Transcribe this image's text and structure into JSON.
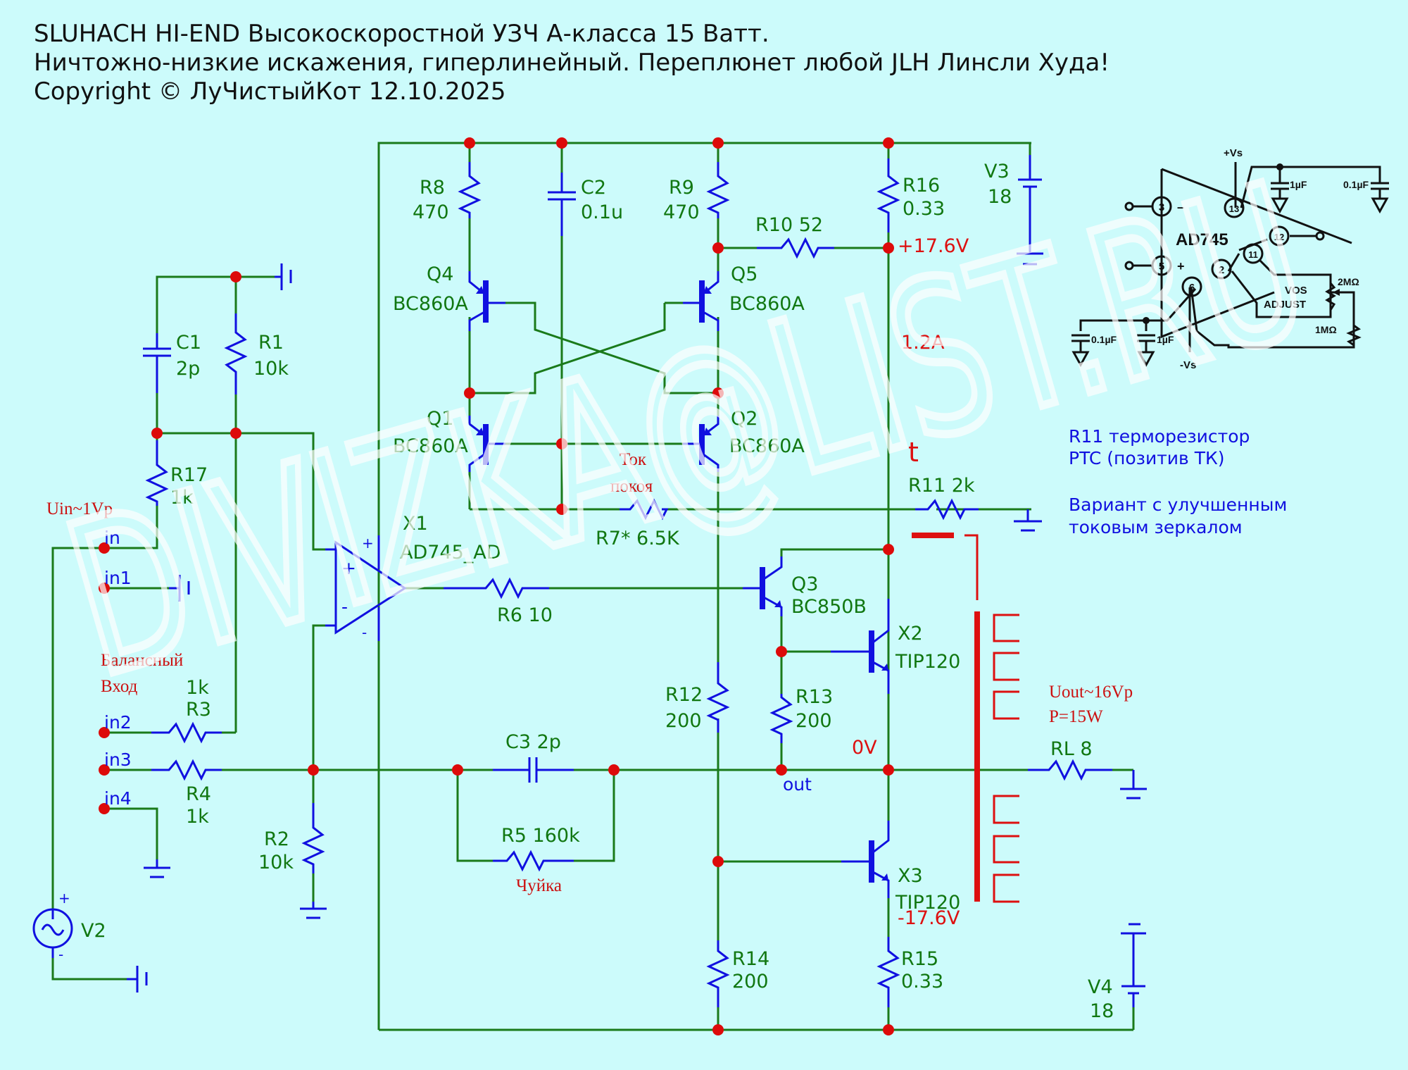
{
  "header": {
    "line1": "SLUHACH HI-END Высокоскоростной УЗЧ А-класса 15 Ватт.",
    "line2": "Ничтожно-низкие искажения, гиперлинейный. Переплюнет любой JLH Линсли Худа!",
    "line3": "Copyright © ЛуЧистыйКот 12.10.2025"
  },
  "watermark": "DIVIZKA@LIST.RU",
  "components": {
    "R1": {
      "ref": "R1",
      "value": "10k"
    },
    "R2": {
      "ref": "R2",
      "value": "10k"
    },
    "R3": {
      "ref": "R3",
      "value": "1k"
    },
    "R4": {
      "ref": "R4",
      "value": "1k"
    },
    "R5": {
      "ref": "R5",
      "value": "160k"
    },
    "R6": {
      "ref": "R6",
      "value": "10"
    },
    "R7": {
      "ref": "R7*",
      "value": "6.5K"
    },
    "R8": {
      "ref": "R8",
      "value": "470"
    },
    "R9": {
      "ref": "R9",
      "value": "470"
    },
    "R10": {
      "ref": "R10",
      "value": "52"
    },
    "R11": {
      "ref": "R11",
      "value": "2k"
    },
    "R12": {
      "ref": "R12",
      "value": "200"
    },
    "R13": {
      "ref": "R13",
      "value": "200"
    },
    "R14": {
      "ref": "R14",
      "value": "200"
    },
    "R15": {
      "ref": "R15",
      "value": "0.33"
    },
    "R16": {
      "ref": "R16",
      "value": "0.33"
    },
    "R17": {
      "ref": "R17",
      "value": "1k"
    },
    "RL": {
      "ref": "RL",
      "value": "8"
    },
    "C1": {
      "ref": "C1",
      "value": "2p"
    },
    "C2": {
      "ref": "C2",
      "value": "0.1u"
    },
    "C3": {
      "ref": "C3",
      "value": "2p"
    },
    "Q1": {
      "ref": "Q1",
      "value": "BC860A"
    },
    "Q2": {
      "ref": "Q2",
      "value": "BC860A"
    },
    "Q3": {
      "ref": "Q3",
      "value": "BC850B"
    },
    "Q4": {
      "ref": "Q4",
      "value": "BC860A"
    },
    "Q5": {
      "ref": "Q5",
      "value": "BC860A"
    },
    "X1": {
      "ref": "X1",
      "value": "AD745_AD"
    },
    "X2": {
      "ref": "X2",
      "value": "TIP120"
    },
    "X3": {
      "ref": "X3",
      "value": "TIP120"
    },
    "V2": {
      "ref": "V2"
    },
    "V3": {
      "ref": "V3",
      "value": "18"
    },
    "V4": {
      "ref": "V4",
      "value": "18"
    }
  },
  "ports": {
    "in": "in",
    "in1": "in1",
    "in2": "in2",
    "in3": "in3",
    "in4": "in4",
    "out": "out"
  },
  "signs": {
    "plus": "+",
    "minus": "-"
  },
  "annotations": {
    "uin": "Uin~1Vp",
    "balanced1": "Балансный",
    "balanced2": "Вход",
    "tok1": "Ток",
    "tok2": "покоя",
    "chuyka": "Чуйка",
    "vplus": "+17.6V",
    "vminus": "-17.6V",
    "zero": "0V",
    "current": "1.2A",
    "thermo": "t",
    "uout": "Uout~16Vp",
    "power": "P=15W",
    "note1": "R11 терморезистор",
    "note2": "PTC (позитив ТК)",
    "note3": "Вариант с улучшенным",
    "note4": "токовым зеркалом"
  },
  "inset": {
    "chip": "AD745",
    "pins": [
      "3",
      "5",
      "13",
      "12",
      "11",
      "2",
      "6"
    ],
    "vs_plus": "+Vs",
    "vs_minus": "-Vs",
    "cap1": "1µF",
    "cap2": "0.1µF",
    "cap3": "0.1µF",
    "cap4": "1µF",
    "vos1": "VOS",
    "vos2": "ADJUST",
    "pot": "2MΩ",
    "res": "1MΩ",
    "minus": "–",
    "plus": "+"
  }
}
